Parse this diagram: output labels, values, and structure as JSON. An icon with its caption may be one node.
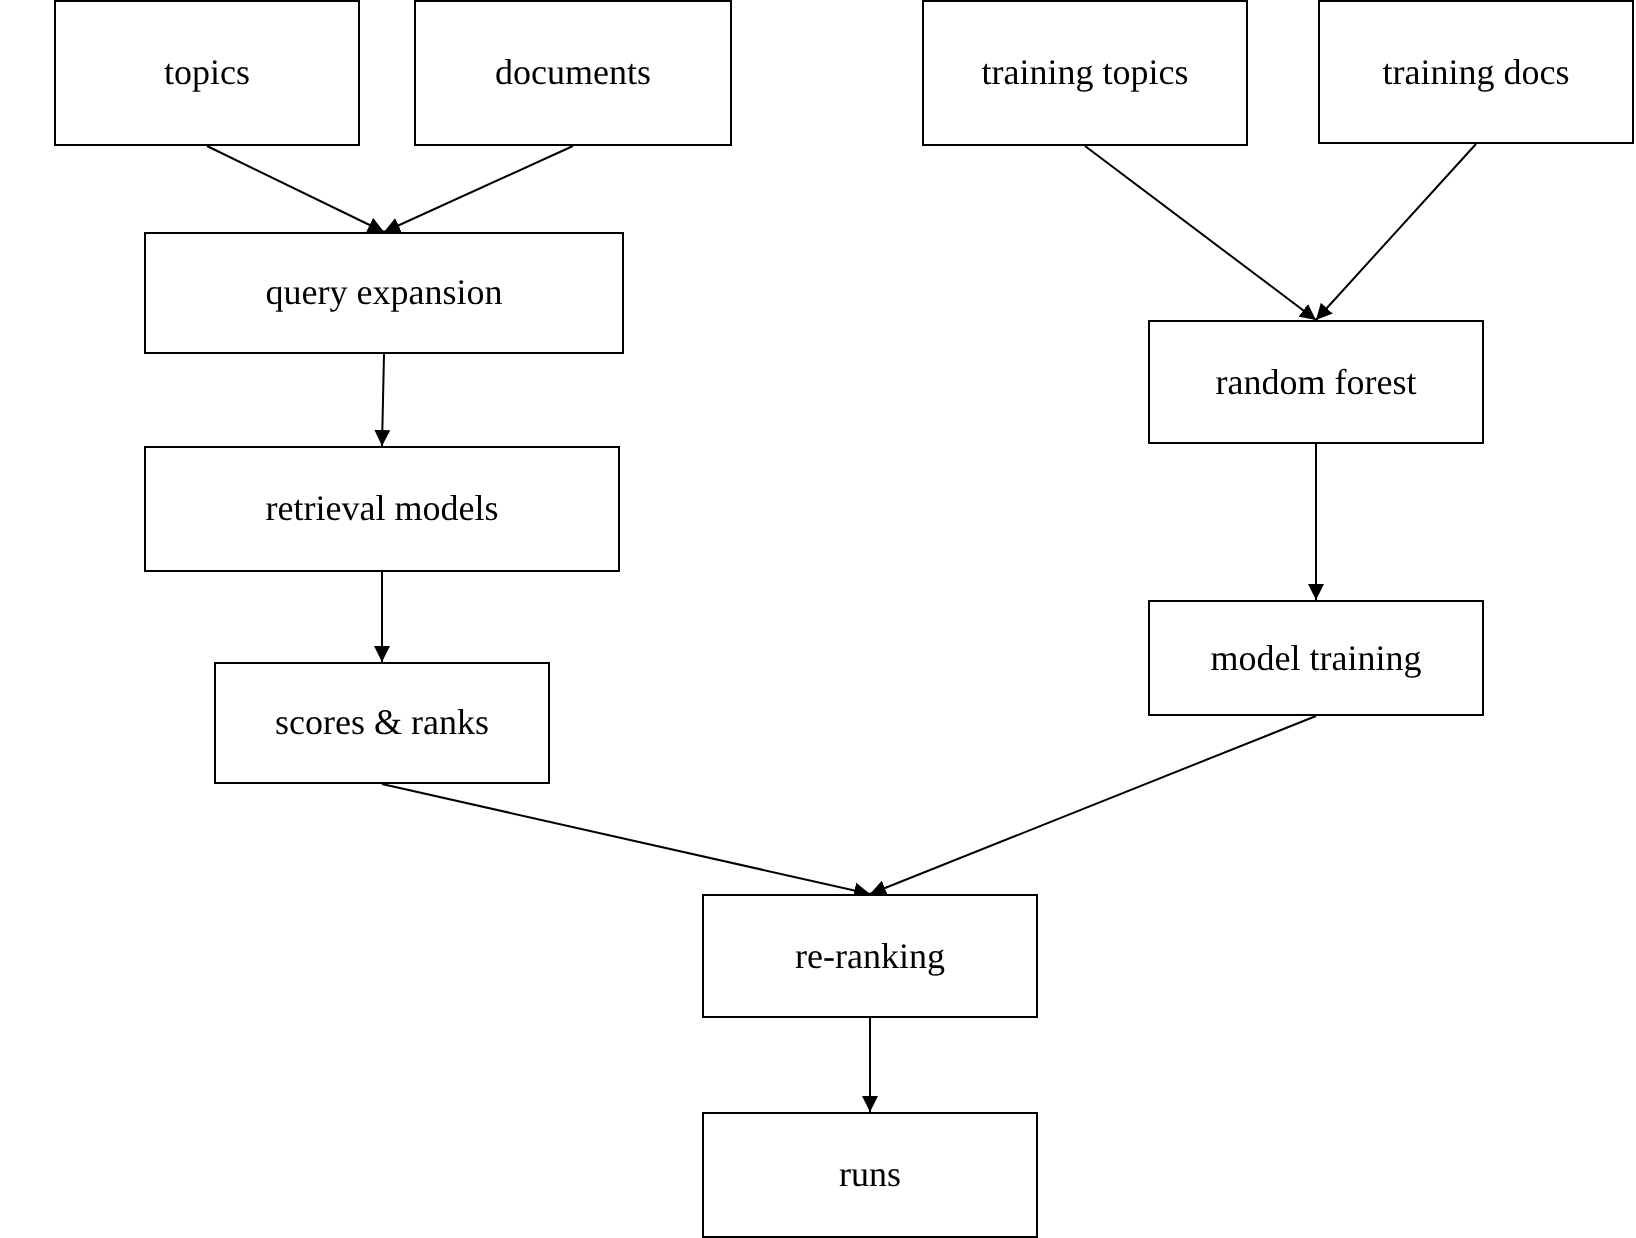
{
  "diagram": {
    "nodes": [
      {
        "text": [
          "topics"
        ]
      },
      {
        "text": [
          "documents"
        ]
      },
      {
        "text": [
          "training topics"
        ]
      },
      {
        "text": [
          "training docs"
        ]
      },
      {
        "text": [
          "query expansion"
        ]
      },
      {
        "text": [
          "random forest"
        ]
      },
      {
        "text": [
          "retrieval models"
        ]
      },
      {
        "text": [
          "model training"
        ]
      },
      {
        "text": [
          "scores & ranks"
        ]
      },
      {
        "text": [
          "re-ranking"
        ]
      },
      {
        "text": [
          "runs"
        ]
      }
    ],
    "edges": [
      {
        "from": 0,
        "to": 4,
        "arrow": "to"
      },
      {
        "from": 1,
        "to": 4,
        "arrow": "to"
      },
      {
        "from": 2,
        "to": 5,
        "arrow": "to"
      },
      {
        "from": 3,
        "to": 5,
        "arrow": "to"
      },
      {
        "from": 4,
        "to": 6,
        "arrow": "to"
      },
      {
        "from": 6,
        "to": 8,
        "arrow": "to"
      },
      {
        "from": 5,
        "to": 7,
        "arrow": "to"
      },
      {
        "from": 8,
        "to": 9,
        "arrow": "to"
      },
      {
        "from": 7,
        "to": 9,
        "arrow": "to"
      },
      {
        "from": 9,
        "to": 10,
        "arrow": "to"
      }
    ]
  }
}
